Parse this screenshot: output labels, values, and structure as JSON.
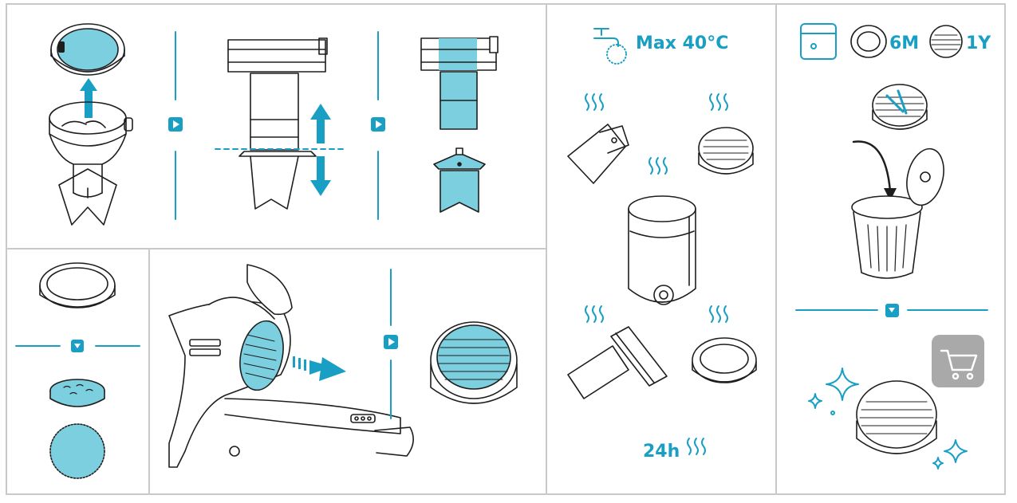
{
  "colors": {
    "accent": "#1a9fc4",
    "fill": "#7ccfdf",
    "line": "#1e1e1e",
    "border": "#c9c9c9",
    "gray": "#a9a9a9"
  },
  "wash": {
    "temp_label": "Max 40°C",
    "dry_label": "24h"
  },
  "replace": {
    "interval_a": "6M",
    "interval_b": "1Y"
  },
  "icons": {
    "faucet": "faucet-water-icon",
    "washer": "washing-machine-icon",
    "cart": "shopping-cart-icon",
    "bin": "trash-bin-icon",
    "next": "next-step-arrow-icon",
    "down": "down-step-arrow-icon",
    "steam": "dry-air-icon",
    "sparkle": "sparkle-icon"
  }
}
